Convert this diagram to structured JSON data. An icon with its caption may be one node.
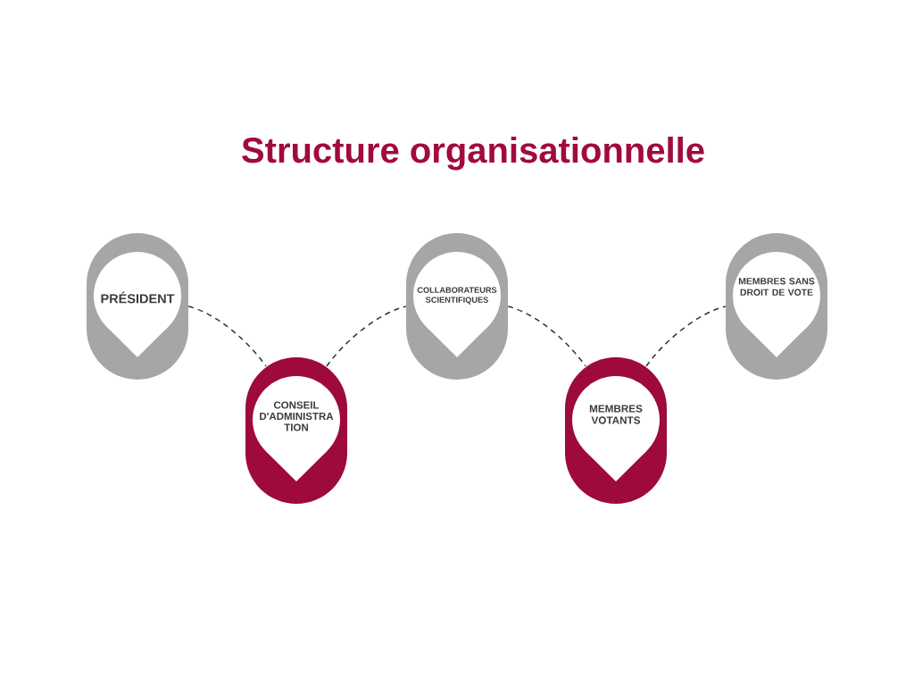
{
  "diagram": {
    "title": "Structure organisationnelle",
    "nodes": [
      {
        "text": [
          "PRÉSIDENT"
        ]
      },
      {
        "text": [
          "CONSEIL D'ADMINISTRA TION"
        ]
      },
      {
        "text": [
          "COLLABORATEURS SCIENTIFIQUES"
        ]
      },
      {
        "text": [
          "MEMBRES VOTANTS"
        ]
      },
      {
        "text": [
          "MEMBRES SANS DROIT DE VOTE"
        ]
      }
    ],
    "edges": [
      {
        "from": 0,
        "to": 1,
        "arrow": "none",
        "style": "dashed"
      },
      {
        "from": 1,
        "to": 2,
        "arrow": "none",
        "style": "dashed"
      },
      {
        "from": 2,
        "to": 3,
        "arrow": "none",
        "style": "dashed"
      },
      {
        "from": 3,
        "to": 4,
        "arrow": "none",
        "style": "dashed"
      }
    ]
  }
}
